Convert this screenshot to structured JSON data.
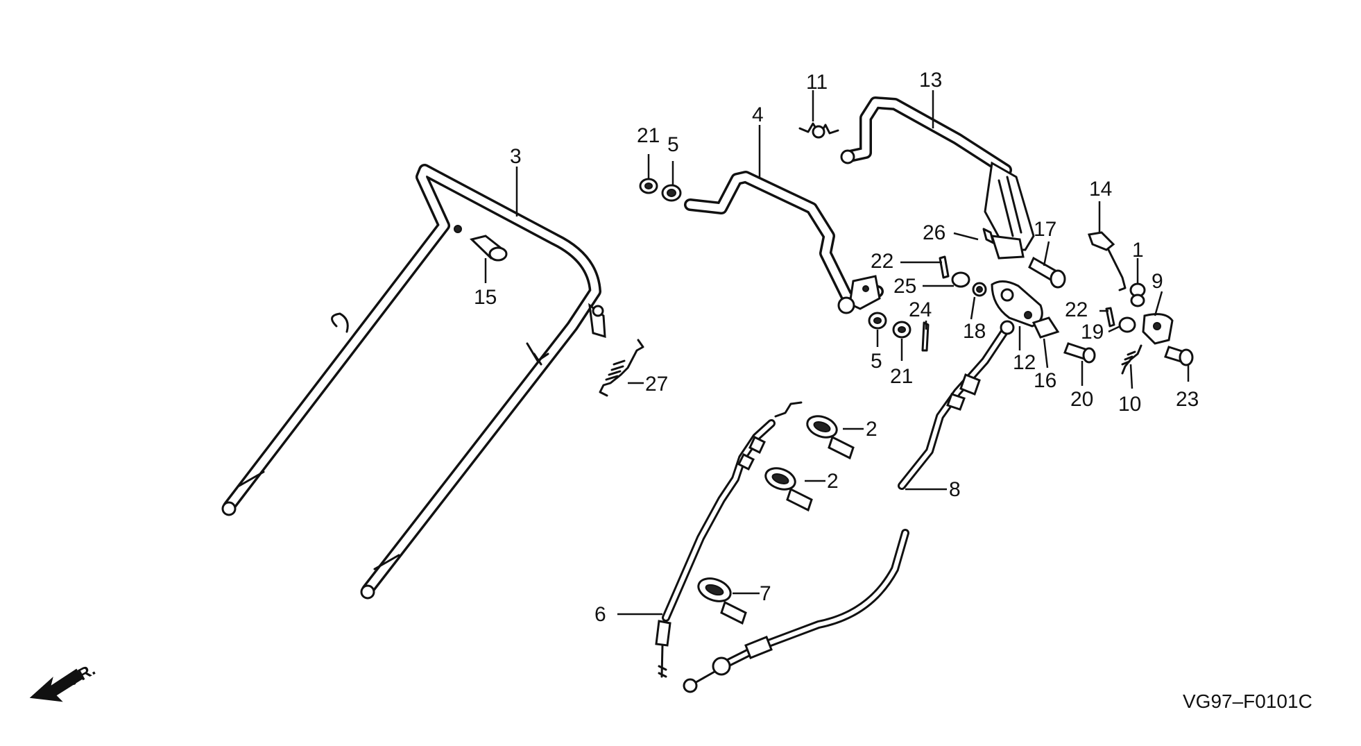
{
  "diagram_code": "VG97–F0101C",
  "direction_label": "FR.",
  "callouts": [
    {
      "id": "c1",
      "text": "1"
    },
    {
      "id": "c2a",
      "text": "2"
    },
    {
      "id": "c2b",
      "text": "2"
    },
    {
      "id": "c3",
      "text": "3"
    },
    {
      "id": "c4",
      "text": "4"
    },
    {
      "id": "c5a",
      "text": "5"
    },
    {
      "id": "c5b",
      "text": "5"
    },
    {
      "id": "c6",
      "text": "6"
    },
    {
      "id": "c7",
      "text": "7"
    },
    {
      "id": "c8",
      "text": "8"
    },
    {
      "id": "c9",
      "text": "9"
    },
    {
      "id": "c10",
      "text": "10"
    },
    {
      "id": "c11",
      "text": "11"
    },
    {
      "id": "c12",
      "text": "12"
    },
    {
      "id": "c13",
      "text": "13"
    },
    {
      "id": "c14",
      "text": "14"
    },
    {
      "id": "c15",
      "text": "15"
    },
    {
      "id": "c16",
      "text": "16"
    },
    {
      "id": "c17",
      "text": "17"
    },
    {
      "id": "c18",
      "text": "18"
    },
    {
      "id": "c19",
      "text": "19"
    },
    {
      "id": "c20",
      "text": "20"
    },
    {
      "id": "c21a",
      "text": "21"
    },
    {
      "id": "c21b",
      "text": "21"
    },
    {
      "id": "c22a",
      "text": "22"
    },
    {
      "id": "c22b",
      "text": "22"
    },
    {
      "id": "c23",
      "text": "23"
    },
    {
      "id": "c24",
      "text": "24"
    },
    {
      "id": "c25",
      "text": "25"
    },
    {
      "id": "c26",
      "text": "26"
    },
    {
      "id": "c27",
      "text": "27"
    }
  ]
}
